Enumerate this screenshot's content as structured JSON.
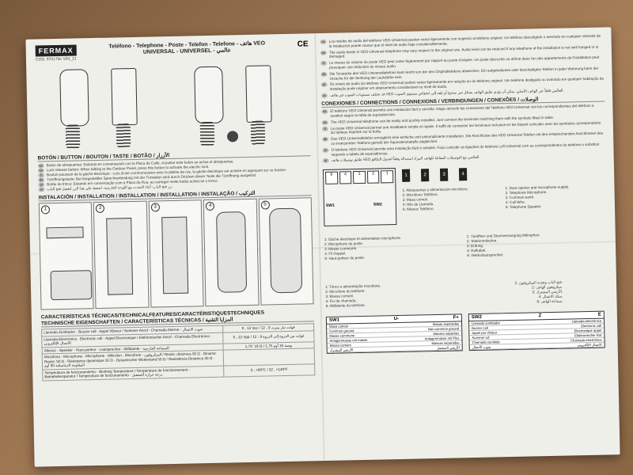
{
  "header": {
    "brand": "FERMAX",
    "code": "COD. 970178c V04_21",
    "title_line1": "Teléfono - Telephone - Poste - Telefon - Telefone - هاتف VEO",
    "title_line2": "UNIVERSAL - UNIVERSEL - عالمي",
    "ce": "CE"
  },
  "button_section": {
    "heading": "BOTÓN / BUTTON / BOUTON / TASTE / BOTÃO / الأزرار",
    "lines": [
      {
        "lang": "es",
        "text": "Botón de abrepuertas: Estando en conversación con la Placa de Calle, al pulsar este botón se activa el abrepuertas."
      },
      {
        "lang": "en",
        "text": "Lock release button: When talking to the Outdoor Panel, press this button to activate the electric lock."
      },
      {
        "lang": "fr",
        "text": "Bouton-poussoir de la gâche électrique : Lors d'une communication avec la platine de rue, la gâche électrique est activée en appuyant sur ce bouton."
      },
      {
        "lang": "de",
        "text": "Türöffnungstaste: Bei hergestellter Sprechverbindung mit der Türstation wird durch Drücken dieser Taste die Türöffnung ausgelöst."
      },
      {
        "lang": "pt",
        "text": "Botão do trinco: Estando em conversação com a Placa da Rua, ao carregar neste botão activa-se o trinco."
      },
      {
        "lang": "ar",
        "text": "زر فتح الباب: أثناء التحدث مع اللوحة الخارجية، اضغط على هذا الزر لتفعيل فتح الباب."
      }
    ]
  },
  "install_section": {
    "heading": "INSTALACIÓN / INSTALLATION / INSTALLATION / INSTALLATION / INSTALAÇÃO / التركيب",
    "steps": [
      "1",
      "2",
      "3",
      "4",
      "5"
    ]
  },
  "specs": {
    "heading1": "CARACTERÍSTICAS TÉCNICAS/TECHNICALFEATURES/CARACTÉRISTIQUESTECHNIQUES",
    "heading2": "TECHNISCHE EIGENSCHAFTEN / CARACTERÍSTICAS TÉCNICAS / المزايا التقنية",
    "rows": [
      {
        "label": "Llamada Zumbador - Buzzer call - Appel Vibreur / Summer-Anruf - Chamada Alarme - صوت الاتصال",
        "value": "9 , 12 Vac / 12 ، 9 فولت تيار متردد"
      },
      {
        "label": "Llamada Electrónica - Electronic call - Appel Electronique / Elektronischer Anruf - Chamada Electrónica - الاتصال الإلكتروني",
        "value": "9 , 12 Vpp / 12 ، 9 فولت من الذروة إلى الذروة"
      },
      {
        "label": "Altavoz - Speaker - Haut-parleur - Lautsprecher - Altifalante - السماعة الخارجية",
        "value": "1,75\" 16 Ω / 1,75 بوصة 16 أوم"
      },
      {
        "label": "Micrófono - Microphone - Microphone - Mikrofon - Microfone - الميكروفون / Resist. dinámica 50 Ω - Dinamic Resist. 50 Ω - Résistance dynamique 50 Ω - Dynamischer Widerstand 50 Ω / Resistência Dinâmica 50 Ω - المقاومة الديناميكية 50 أوم",
        "value": ""
      },
      {
        "label": "Temperatura de funcionamiento - Working Temperature / Température de fonctionnement - Betriebstemperatur / Temperatura de funcionamento - درجة حرارة التشغيل",
        "value": "0 , +60ºC / 32 , +140ºF"
      }
    ]
  },
  "right_top": {
    "lines": [
      {
        "lang": "es",
        "text": "Los niveles de audio del teléfono VEO Universal pueden variar ligeramente con respecto al teléfono original. Un teléfono descolgado o averiado en cualquier vivienda de la instalación puede causar que el nivel de audio baje considerablemente."
      },
      {
        "lang": "en",
        "text": "The audio levels in VEO Universal telephone may vary respect to the original one. Audio level can be reduced if any telephone of the installation is not well hanged or is damaged."
      },
      {
        "lang": "fr",
        "text": "Le niveau du volume du poste VEO peut varier légèrement par rapport au poste d'origine. Un poste décroché ou abîmé dans l'un des appartements de l'installation peut provoquer une réduction du niveau audio."
      },
      {
        "lang": "de",
        "text": "Die Tonstärke des VEO Universaltelefons kann leicht von der des Originaltelefons abweichen. Ein aufgehobenes oder beschädigtes Telefon in jeder Wohnung kann der Ursache für die Senkung der Lautstärke sein."
      },
      {
        "lang": "pt",
        "text": "Os níveis de áudio do telefone VEO Universal podem variar ligeiramente em relação ao do telefone original. Um telefone desligado ou avariado em qualquer habitação da instalação pode originar um abaixamento considerável no nível de áudio."
      },
      {
        "lang": "ar",
        "text": "قد تختلف مستويات الصوت في هاتف VEO العالمي قليلاً عن الهاتف الأصلي. يمكن أن يؤدي تعليق الهاتف بشكل غير صحيح أو تلفه إلى انخفاض مستوى الصوت."
      }
    ]
  },
  "connections": {
    "heading": "CONEXIONES / CONNECTIONS / CONNEXIONS / VERBINDUNGEN / CONEXÕES / الوصلات",
    "lines": [
      {
        "lang": "es",
        "text": "El teléfono VEO Universal permite una instalación fácil y sencilla. Haga coincidir las conexiones del Teléfono VEO Universal con las correspondientes del teléfono a sustituir según la tabla de equivalencias."
      },
      {
        "lang": "en",
        "text": "The VEO Universal telephone can be easily and quickly installed. Just connect the terminals matching them with the symbols fitted in table."
      },
      {
        "lang": "fr",
        "text": "Le poste VEO Universal permet une installation simple et rapide. Il suffit de connecter les terminaux inclusive en les faisant coïncider avec les symboles correspondants du tableau imprimé sur la boîte."
      },
      {
        "lang": "de",
        "text": "Das VEO-Universaltelefon ermöglicht eine einfache und unkomplizierte Installation. Die Anschlüsse des VEO Universal Telefon mit den entsprechenden Anschlüssen des zu ersetzenden Telefons gemäß der Äquivalenztabelle abgleichen."
      },
      {
        "lang": "pt",
        "text": "O telefone VEO Universal permite uma instalação fácil e simples. Faça coincidir as ligações do telefone Loft Universal com as correspondentes do telefone a substituir segundo a tabela de equivalências."
      },
      {
        "lang": "ar",
        "text": "طابق توصيلات هاتف VEO العالمي مع التوصيلات المقابلة للهاتف المراد استبداله وفقاً لجدول التكافؤ."
      }
    ],
    "terminals": [
      "6",
      "4",
      "3",
      "2",
      "1"
    ],
    "keys": [
      "1",
      "2",
      "3",
      "4"
    ],
    "sw1_label": "SW1",
    "sw2_label": "SW2",
    "legend_es": [
      "1: Abrepuertas y alimentación micrófono.",
      "2: Micrófono Teléfono.",
      "3: Masa común.",
      "4: Hilo de Llamada.",
      "6: Altavoz Teléfono."
    ],
    "legend_en": [
      "1: Door-opener and microphone supply.",
      "2: Telephone Microphone.",
      "3: Common earth.",
      "4: Call Wire.",
      "6: Telephone Speaker."
    ],
    "legend_fr": [
      "1: Gâche électrique et alimentation microphone.",
      "2: Microphone du poste.",
      "3: Masse commune.",
      "4: Fil d'appel.",
      "6: Haut-parleur du poste."
    ],
    "legend_de": [
      "1: Türöffner und Stromversorgung Mikrophon.",
      "2: Telefonmikrofon.",
      "3: Erdung.",
      "4: Rufkabel.",
      "6: Telefonlautsprecher."
    ],
    "legend_pt": [
      "1: Trinco e alimentação microfone.",
      "2: Microfone do telefone.",
      "3: Massa comum.",
      "4: Fio de chamada.",
      "6: Altifalante do telefone."
    ],
    "legend_ar": [
      "1: فتح الباب وتغذية الميكروفون.",
      "2: ميكروفون الهاتف.",
      "3: الأرضي المشترك.",
      "4: سلك الاتصال.",
      "6: سماعة الهاتف."
    ]
  },
  "sw_tables": {
    "sw1": {
      "title": "SW1",
      "u_minus": "U-",
      "f_plus": "F+",
      "rows": [
        [
          "Masa común",
          "Masas separadas"
        ],
        [
          "Common ground",
          "Non-common ground"
        ],
        [
          "Masse commune",
          "Masses séparées"
        ],
        [
          "Anlagenmasse mit masse",
          "Anlagenmasse mit Plus"
        ],
        [
          "Massa comum",
          "Massas separadas"
        ],
        [
          "الأرضي المشترك",
          "الأرضي المنفصل"
        ]
      ]
    },
    "sw2": {
      "title": "SW2",
      "z": "Z",
      "e": "E",
      "rows": [
        [
          "Llamada zumbador",
          "Llamada electrónica"
        ],
        [
          "Buzzer call",
          "Electronic call"
        ],
        [
          "Appel par vibreur",
          "Electronique appel"
        ],
        [
          "Summer-ruf",
          "Elektronischer Ruf"
        ],
        [
          "Chamada zumbido",
          "Chamada electrónica"
        ],
        [
          "صوت الاتصال",
          "الاتصال الإلكتروني"
        ]
      ]
    }
  }
}
